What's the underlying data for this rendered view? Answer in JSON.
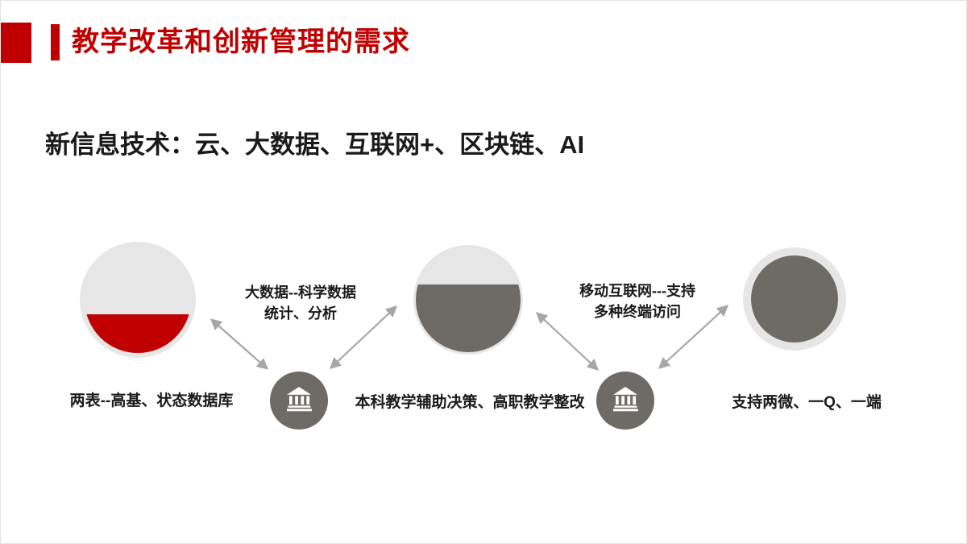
{
  "header": {
    "title": "教学改革和创新管理的需求"
  },
  "subtitle": "新信息技术：云、大数据、互联网+、区块链、AI",
  "diagram": {
    "connector_bigdata": {
      "line1": "大数据--科学数据",
      "line2": "统计、分析"
    },
    "connector_mobile": {
      "line1": "移动互联网---支持",
      "line2": "多种终端访问"
    },
    "caption_database": "两表--高基、状态数据库",
    "caption_decision": "本科教学辅助决策、高职教学整改",
    "caption_terminal": "支持两微、一Q、一端",
    "icons": {
      "hub_left": "bank-icon",
      "hub_right": "bank-icon"
    }
  },
  "colors": {
    "accent_red": "#c00000",
    "circle_light": "#e7e6e6",
    "circle_dark": "#6e6a66",
    "arrow_gray": "#a6a6a6",
    "text_dark": "#1a1a1a"
  }
}
